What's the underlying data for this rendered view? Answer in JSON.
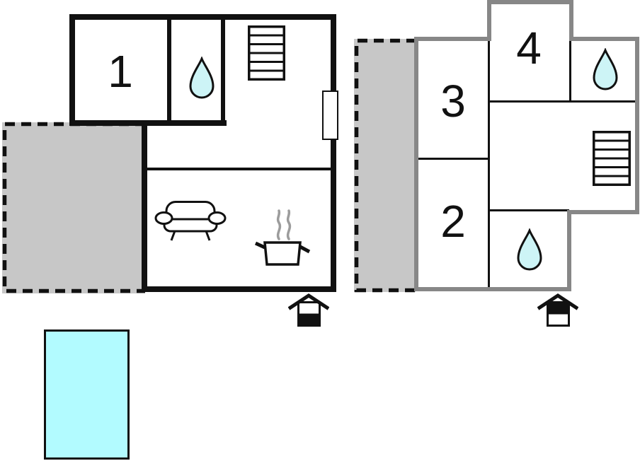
{
  "palette": {
    "wall_black": "#111111",
    "wall_gray": "#878787",
    "line_black": "#111111",
    "terrace_gray": "#c7c7c7",
    "water_drop_fill": "#cdf4f6",
    "pool_fill": "#b2fbff",
    "steam_gray": "#9c9c9c"
  },
  "rooms": {
    "r1": "1",
    "r2": "2",
    "r3": "3",
    "r4": "4"
  },
  "icons": {
    "water_drop": "water-drop-icon",
    "staircase": "staircase-icon",
    "window": "window-icon",
    "sofa": "sofa-icon",
    "cooking_pot": "cooking-pot-icon",
    "entrance": "entrance-icon",
    "terrace": "terrace-area",
    "pool": "swimming-pool"
  }
}
